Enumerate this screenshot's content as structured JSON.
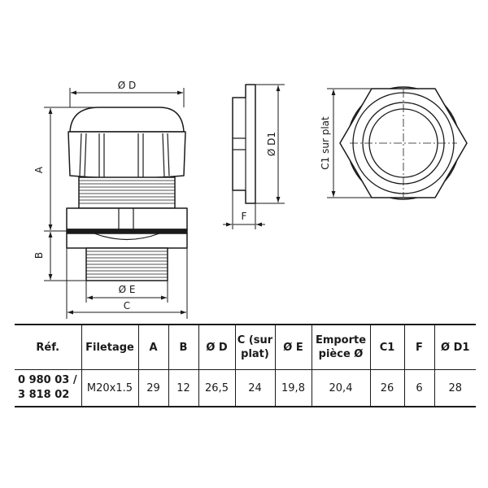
{
  "dimension_labels": {
    "od_top": "Ø D",
    "a": "A",
    "b": "B",
    "oe": "Ø E",
    "c": "C",
    "od1": "Ø D1",
    "f": "F",
    "c1": "C1 sur plat"
  },
  "table": {
    "headers": [
      [
        "Réf."
      ],
      [
        "Filetage"
      ],
      [
        "A"
      ],
      [
        "B"
      ],
      [
        "Ø D"
      ],
      [
        "C (sur",
        "plat)"
      ],
      [
        "Ø E"
      ],
      [
        "Emporte",
        "pièce Ø"
      ],
      [
        "C1"
      ],
      [
        "F"
      ],
      [
        "Ø D1"
      ]
    ],
    "row": {
      "ref": [
        "0 980 03 /",
        "3 818 02"
      ],
      "filetage": "M20x1.5",
      "a": "29",
      "b": "12",
      "od": "26,5",
      "c": "24",
      "oe": "19,8",
      "emporte": "20,4",
      "c1": "26",
      "f": "6",
      "od1": "28"
    }
  }
}
